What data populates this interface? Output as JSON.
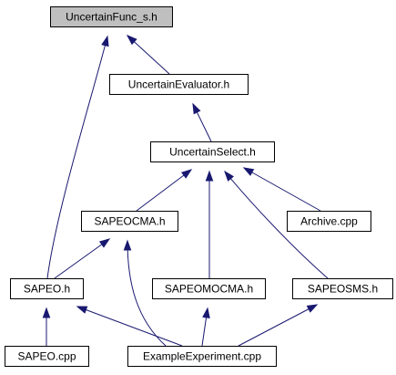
{
  "colors": {
    "node_fill": "#ffffff",
    "root_fill": "#bfbfbf",
    "node_border": "#000000",
    "edge": "#191970"
  },
  "nodes": [
    {
      "id": "uncertainfunc_s_h",
      "label": "UncertainFunc_s.h",
      "highlighted": true
    },
    {
      "id": "uncertainevaluator_h",
      "label": "UncertainEvaluator.h",
      "highlighted": false
    },
    {
      "id": "uncertainselect_h",
      "label": "UncertainSelect.h",
      "highlighted": false
    },
    {
      "id": "sapeocma_h",
      "label": "SAPEOCMA.h",
      "highlighted": false
    },
    {
      "id": "archive_cpp",
      "label": "Archive.cpp",
      "highlighted": false
    },
    {
      "id": "sapeo_h",
      "label": "SAPEO.h",
      "highlighted": false
    },
    {
      "id": "sapeomocma_h",
      "label": "SAPEOMOCMA.h",
      "highlighted": false
    },
    {
      "id": "sapeosms_h",
      "label": "SAPEOSMS.h",
      "highlighted": false
    },
    {
      "id": "sapeo_cpp",
      "label": "SAPEO.cpp",
      "highlighted": false
    },
    {
      "id": "exampleexperiment_cpp",
      "label": "ExampleExperiment.cpp",
      "highlighted": false
    }
  ],
  "edges": [
    {
      "from": "uncertainevaluator_h",
      "to": "uncertainfunc_s_h"
    },
    {
      "from": "sapeo_h",
      "to": "uncertainfunc_s_h"
    },
    {
      "from": "uncertainselect_h",
      "to": "uncertainevaluator_h"
    },
    {
      "from": "sapeocma_h",
      "to": "uncertainselect_h"
    },
    {
      "from": "sapeomocma_h",
      "to": "uncertainselect_h"
    },
    {
      "from": "archive_cpp",
      "to": "uncertainselect_h"
    },
    {
      "from": "sapeosms_h",
      "to": "uncertainselect_h"
    },
    {
      "from": "sapeo_h",
      "to": "sapeocma_h"
    },
    {
      "from": "exampleexperiment_cpp",
      "to": "sapeocma_h"
    },
    {
      "from": "sapeo_cpp",
      "to": "sapeo_h"
    },
    {
      "from": "exampleexperiment_cpp",
      "to": "sapeo_h"
    },
    {
      "from": "exampleexperiment_cpp",
      "to": "sapeomocma_h"
    },
    {
      "from": "exampleexperiment_cpp",
      "to": "sapeosms_h"
    }
  ]
}
